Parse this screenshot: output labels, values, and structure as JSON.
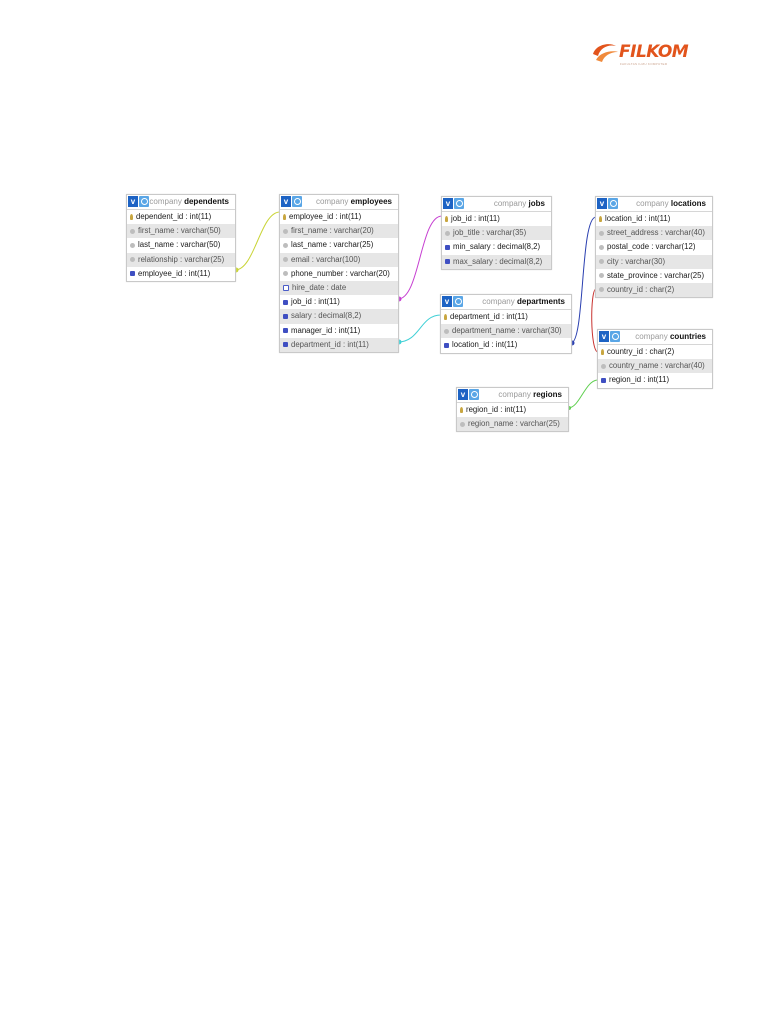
{
  "brand": {
    "logo_text": "FILKOM",
    "tagline": "FAKULTAS ILMU KOMPUTER",
    "accent": "#e2541c"
  },
  "header_buttons": {
    "v_label": "v",
    "options_icon": "settings-circle-icon"
  },
  "colors": {
    "header_v": "#1d63c4",
    "header_o": "#5aa6e6",
    "link_dependents_employees": "#c9d436",
    "link_employees_jobs": "#c63fd1",
    "link_employees_departments": "#3fd0d6",
    "link_departments_locations": "#2a3fb0",
    "link_locations_countries": "#c8322f",
    "link_countries_regions": "#5fcf4f"
  },
  "tables": {
    "dependents": {
      "db": "company",
      "name": "dependents",
      "columns": [
        {
          "text": "dependent_id : int(11)",
          "icon": "primary-key-icon",
          "shaded": false
        },
        {
          "text": "first_name : varchar(50)",
          "icon": "column-icon",
          "shaded": true
        },
        {
          "text": "last_name : varchar(50)",
          "icon": "column-icon",
          "shaded": false
        },
        {
          "text": "relationship : varchar(25)",
          "icon": "column-icon",
          "shaded": true
        },
        {
          "text": "employee_id : int(11)",
          "icon": "index-icon",
          "shaded": false
        }
      ]
    },
    "employees": {
      "db": "company",
      "name": "employees",
      "columns": [
        {
          "text": "employee_id : int(11)",
          "icon": "primary-key-icon",
          "shaded": false
        },
        {
          "text": "first_name : varchar(20)",
          "icon": "column-icon",
          "shaded": true
        },
        {
          "text": "last_name : varchar(25)",
          "icon": "column-icon",
          "shaded": false
        },
        {
          "text": "email : varchar(100)",
          "icon": "column-icon",
          "shaded": true
        },
        {
          "text": "phone_number : varchar(20)",
          "icon": "column-icon",
          "shaded": false
        },
        {
          "text": "hire_date : date",
          "icon": "date-column-icon",
          "shaded": true
        },
        {
          "text": "job_id : int(11)",
          "icon": "index-icon",
          "shaded": false
        },
        {
          "text": "salary : decimal(8,2)",
          "icon": "index-icon",
          "shaded": true
        },
        {
          "text": "manager_id : int(11)",
          "icon": "index-icon",
          "shaded": false
        },
        {
          "text": "department_id : int(11)",
          "icon": "index-icon",
          "shaded": true
        }
      ]
    },
    "jobs": {
      "db": "company",
      "name": "jobs",
      "columns": [
        {
          "text": "job_id : int(11)",
          "icon": "primary-key-icon",
          "shaded": false
        },
        {
          "text": "job_title : varchar(35)",
          "icon": "column-icon",
          "shaded": true
        },
        {
          "text": "min_salary : decimal(8,2)",
          "icon": "index-icon",
          "shaded": false
        },
        {
          "text": "max_salary : decimal(8,2)",
          "icon": "index-icon",
          "shaded": true
        }
      ]
    },
    "departments": {
      "db": "company",
      "name": "departments",
      "columns": [
        {
          "text": "department_id : int(11)",
          "icon": "primary-key-icon",
          "shaded": false
        },
        {
          "text": "department_name : varchar(30)",
          "icon": "column-icon",
          "shaded": true
        },
        {
          "text": "location_id : int(11)",
          "icon": "index-icon",
          "shaded": false
        }
      ]
    },
    "locations": {
      "db": "company",
      "name": "locations",
      "columns": [
        {
          "text": "location_id : int(11)",
          "icon": "primary-key-icon",
          "shaded": false
        },
        {
          "text": "street_address : varchar(40)",
          "icon": "column-icon",
          "shaded": true
        },
        {
          "text": "postal_code : varchar(12)",
          "icon": "column-icon",
          "shaded": false
        },
        {
          "text": "city : varchar(30)",
          "icon": "column-icon",
          "shaded": true
        },
        {
          "text": "state_province : varchar(25)",
          "icon": "column-icon",
          "shaded": false
        },
        {
          "text": "country_id : char(2)",
          "icon": "column-icon",
          "shaded": true
        }
      ]
    },
    "countries": {
      "db": "company",
      "name": "countries",
      "columns": [
        {
          "text": "country_id : char(2)",
          "icon": "primary-key-icon",
          "shaded": false
        },
        {
          "text": "country_name : varchar(40)",
          "icon": "column-icon",
          "shaded": true
        },
        {
          "text": "region_id : int(11)",
          "icon": "index-icon",
          "shaded": false
        }
      ]
    },
    "regions": {
      "db": "company",
      "name": "regions",
      "columns": [
        {
          "text": "region_id : int(11)",
          "icon": "primary-key-icon",
          "shaded": false
        },
        {
          "text": "region_name : varchar(25)",
          "icon": "column-icon",
          "shaded": true
        }
      ]
    }
  }
}
